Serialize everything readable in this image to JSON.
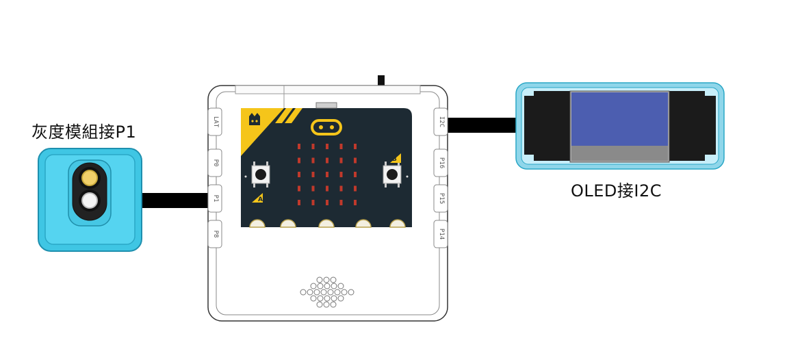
{
  "labels": {
    "grayscale_module": "灰度模組接P1",
    "oled": "OLED接I2C"
  },
  "board": {
    "left_ports": [
      "LAT",
      "P0",
      "P1",
      "P8"
    ],
    "right_ports": [
      "I2C",
      "P16",
      "P15",
      "P14"
    ],
    "button_a": "A",
    "button_b": "B"
  },
  "colors": {
    "module_blue": "#4ed0ee",
    "oled_screen": "#4c5eb0",
    "microbit_board": "#1d2a33",
    "microbit_yellow": "#f5c51a",
    "cable": "#000000",
    "led": "#c0392b"
  }
}
